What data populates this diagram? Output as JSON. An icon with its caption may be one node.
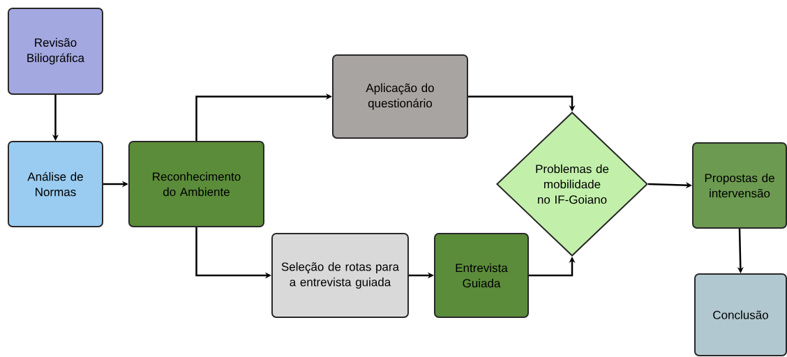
{
  "diagram": {
    "nodes": [
      {
        "text": [
          "Revisão Biliográfica"
        ]
      },
      {
        "text": [
          "Análise de Normas"
        ]
      },
      {
        "text": [
          "Reconhecimento do Ambiente"
        ]
      },
      {
        "text": [
          "Aplicação do questionário"
        ]
      },
      {
        "text": [
          "Problemas de mobilidade no IF-Goiano"
        ]
      },
      {
        "text": [
          "Seleção de rotas para a entrevista guiada"
        ]
      },
      {
        "text": [
          "Entrevista Guiada"
        ]
      },
      {
        "text": [
          "Propostas de intervensão"
        ]
      },
      {
        "text": [
          "Conclusão"
        ]
      }
    ],
    "edges": [
      {
        "from": 0,
        "to": 1,
        "arrow": "to"
      },
      {
        "from": 1,
        "to": 2,
        "arrow": "to"
      },
      {
        "from": 2,
        "to": 3,
        "arrow": "to"
      },
      {
        "from": 3,
        "to": 4,
        "arrow": "to"
      },
      {
        "from": 2,
        "to": 5,
        "arrow": "to"
      },
      {
        "from": 5,
        "to": 6,
        "arrow": "to"
      },
      {
        "from": 6,
        "to": 4,
        "arrow": "to"
      },
      {
        "from": 4,
        "to": 7,
        "arrow": "to"
      },
      {
        "from": 7,
        "to": 8,
        "arrow": "to"
      }
    ]
  }
}
